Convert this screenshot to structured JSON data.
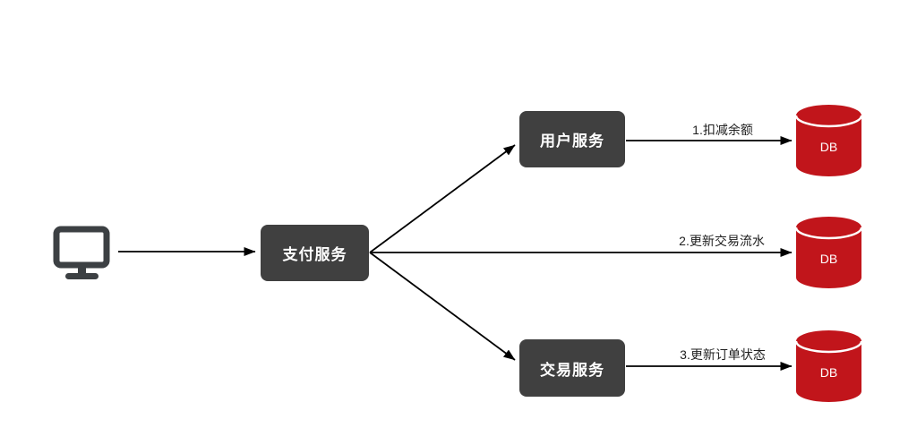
{
  "colors": {
    "node_bg": "#404040",
    "node_text": "#ffffff",
    "db_red": "#c1151b",
    "arrow": "#000000",
    "label_text": "#1f1f1f",
    "icon_gray": "#3c4043"
  },
  "icons": {
    "client": "monitor-icon",
    "database": "database-cylinder-icon"
  },
  "nodes": {
    "payment": {
      "label": "支付服务"
    },
    "user": {
      "label": "用户服务"
    },
    "trade": {
      "label": "交易服务"
    }
  },
  "edges": {
    "user_db": {
      "label": "1.扣减余额"
    },
    "payment_db": {
      "label": "2.更新交易流水"
    },
    "trade_db": {
      "label": "3.更新订单状态"
    }
  },
  "databases": [
    {
      "label": "DB"
    },
    {
      "label": "DB"
    },
    {
      "label": "DB"
    }
  ]
}
